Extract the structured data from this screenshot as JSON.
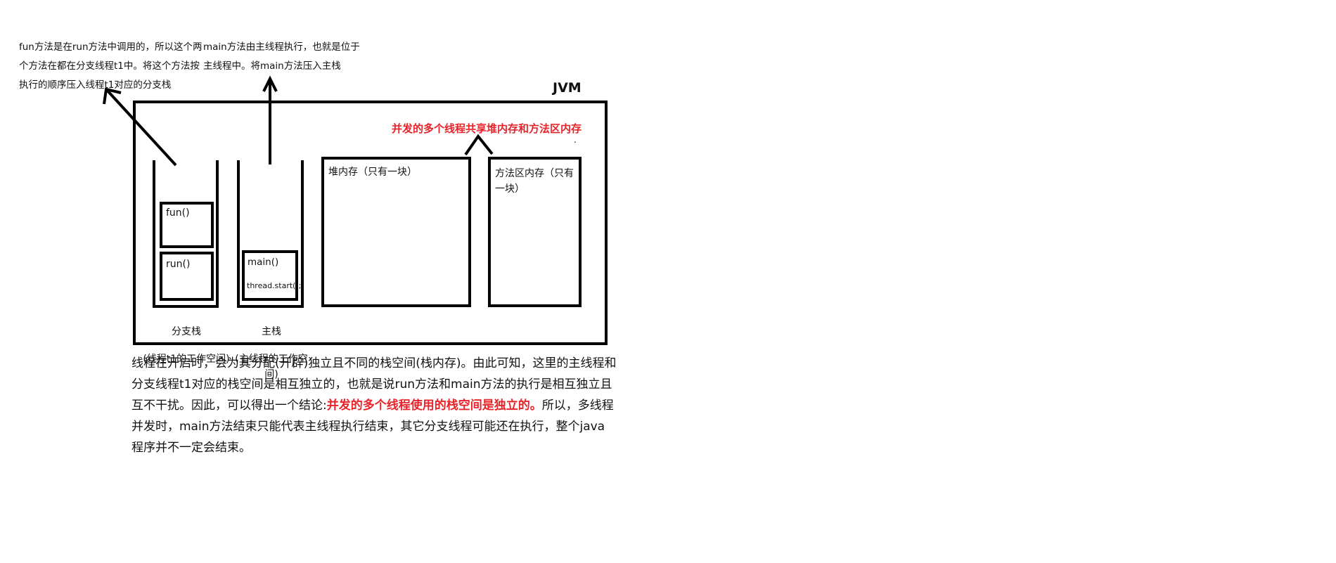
{
  "notes": {
    "left": "fun方法是在run方法中调用的，所以这个两\n个方法在都在分支线程t1中。将这个方法按\n执行的顺序压入线程t1对应的分支栈",
    "middle": "main方法由主线程执行，也就是位于\n主线程中。将main方法压入主栈"
  },
  "jvm": {
    "title": "JVM",
    "shared_note": "并发的多个线程共享堆内存和方法区内存",
    "dot": "."
  },
  "branch_stack": {
    "frame_fun": "fun()",
    "frame_run": "run()",
    "caption_line1": "分支栈",
    "caption_line2": "(线程t1的工作空间)"
  },
  "main_stack": {
    "frame_main": "main()",
    "frame_call": "thread.start();",
    "caption_line1": "主栈",
    "caption_line2": "(主线程的工作空间)"
  },
  "heap": {
    "label": "堆内存（只有一块）"
  },
  "method_area": {
    "label": "方法区内存（只有\n一块）"
  },
  "description": {
    "part1": "线程在开启时，会为其分配(开辟)独立且不同的栈空间(栈内存)。由此可知，这里的主线程和分支线程t1对应的栈空间是相互独立的，也就是说run方法和main方法的执行是相互独立且互不干扰。因此，可以得出一个结论:",
    "highlight": "并发的多个线程使用的栈空间是独立的。",
    "part2": "所以，多线程并发时，main方法结束只能代表主线程执行结束，其它分支线程可能还在执行，整个java程序并不一定会结束。"
  },
  "colors": {
    "accent_red": "#e8232a",
    "line": "#000000"
  }
}
